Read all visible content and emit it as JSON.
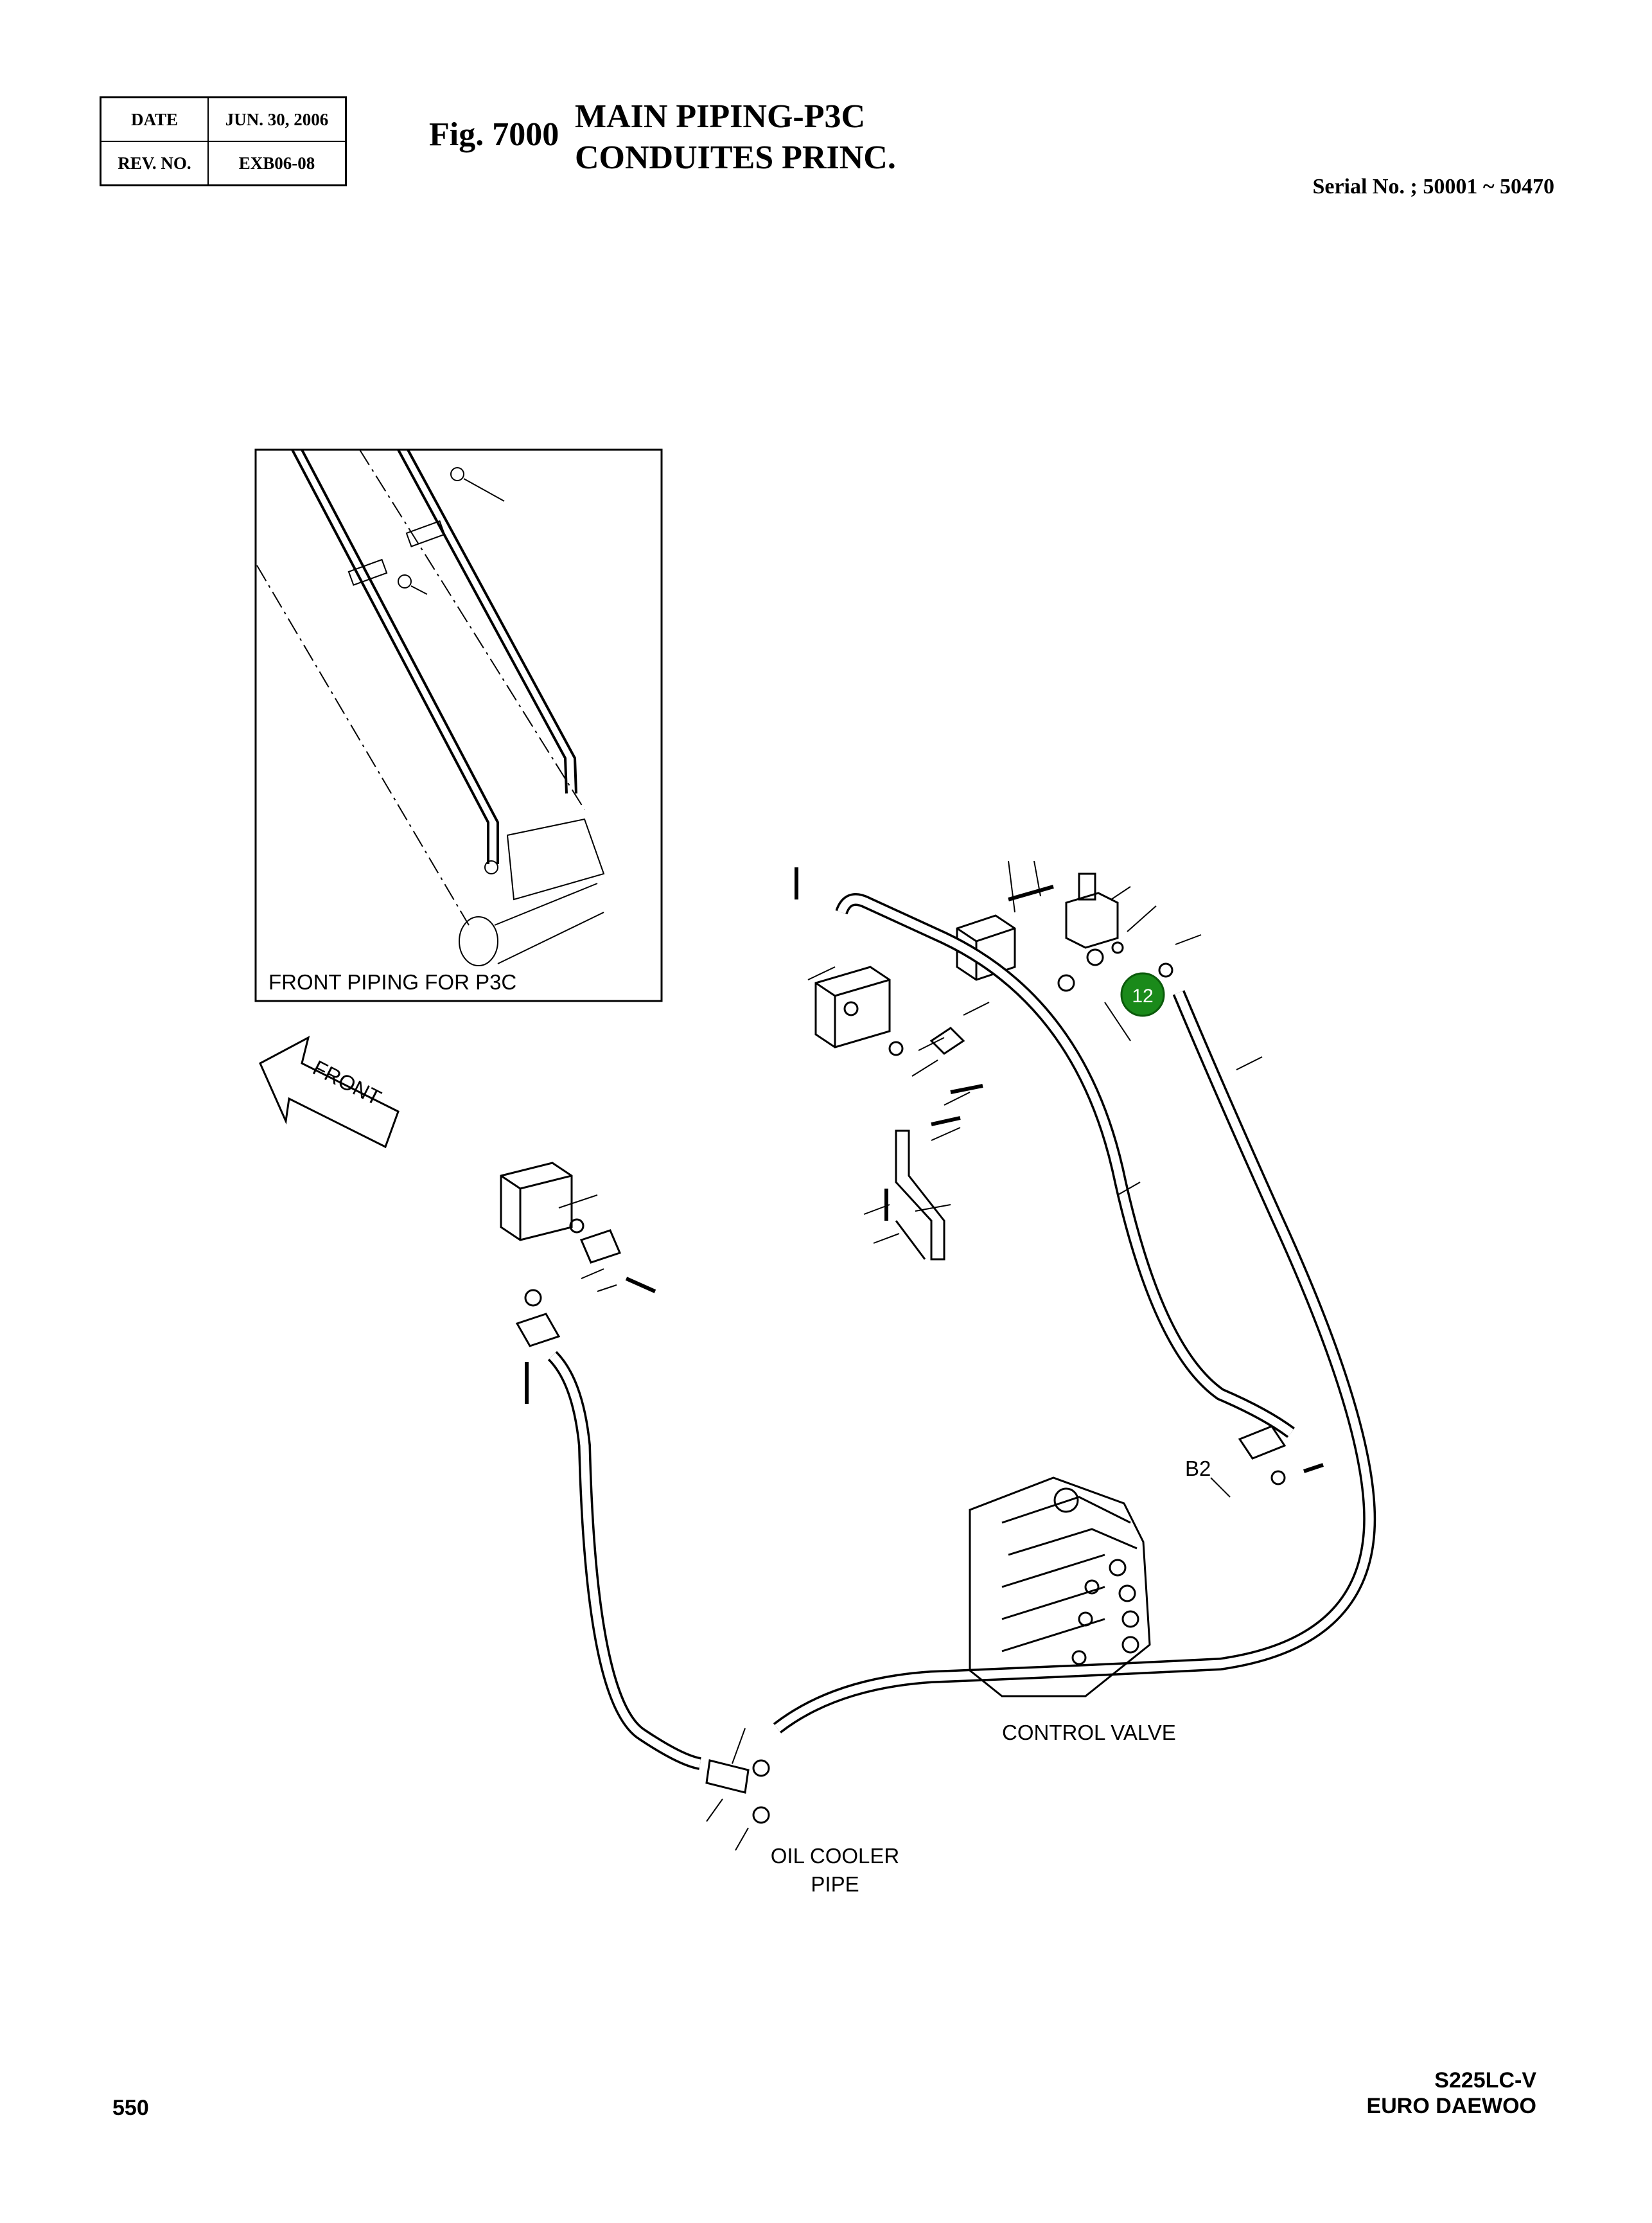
{
  "header": {
    "date_label": "DATE",
    "date_value": "JUN. 30, 2006",
    "rev_label": "REV. NO.",
    "rev_value": "EXB06-08",
    "fig": "Fig. 7000",
    "title_line1": "MAIN PIPING-P3C",
    "title_line2": "CONDUITES PRINC.",
    "serial": "Serial No. ; 50001 ~ 50470"
  },
  "diagram": {
    "inset_caption": "FRONT PIPING FOR P3C",
    "front_arrow_label": "FRONT",
    "callout_number": "12",
    "callout_color": "#1a8a1a",
    "label_b2": "B2",
    "label_control_valve": "CONTROL VALVE",
    "label_oil_cooler_1": "OIL COOLER",
    "label_oil_cooler_2": "PIPE"
  },
  "footer": {
    "page_number": "550",
    "model_line1": "S225LC-V",
    "model_line2": "EURO DAEWOO"
  }
}
